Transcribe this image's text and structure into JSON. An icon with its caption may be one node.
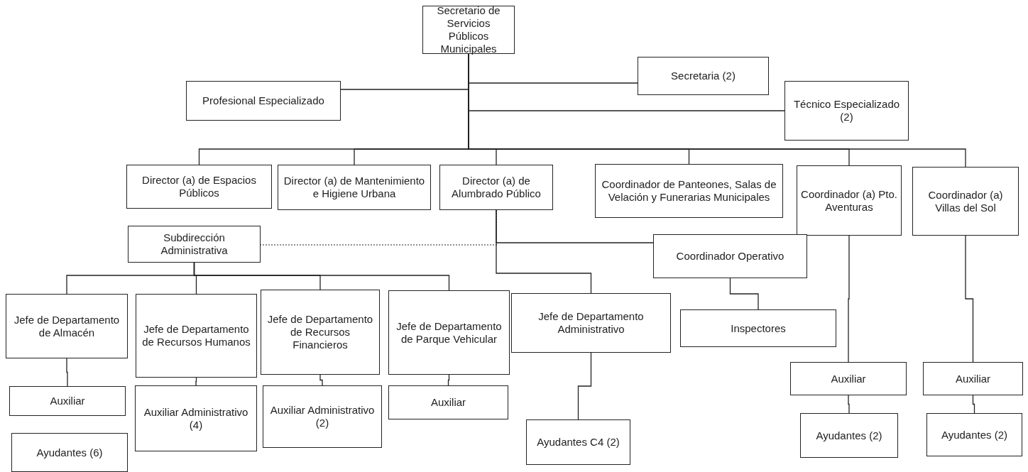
{
  "diagram": {
    "nodes": [
      {
        "text": [
          "Secretario de Servicios Públicos Municipales"
        ]
      },
      {
        "text": [
          "Secretaria (2)"
        ]
      },
      {
        "text": [
          "Profesional Especializado"
        ]
      },
      {
        "text": [
          "Técnico Especializado (2)"
        ]
      },
      {
        "text": [
          "Director (a) de Espacios Públicos"
        ]
      },
      {
        "text": [
          "Director (a) de Mantenimiento e Higiene Urbana"
        ]
      },
      {
        "text": [
          "Director (a) de Alumbrado Público"
        ]
      },
      {
        "text": [
          "Coordinador de Panteones, Salas de Velación y Funerarias Municipales"
        ]
      },
      {
        "text": [
          "Coordinador (a) Pto. Aventuras"
        ]
      },
      {
        "text": [
          "Coordinador (a) Villas del Sol"
        ]
      },
      {
        "text": [
          "Subdirección Administrativa"
        ]
      },
      {
        "text": [
          "Coordinador Operativo"
        ]
      },
      {
        "text": [
          "Jefe de Departamento de Almacén"
        ]
      },
      {
        "text": [
          "Jefe de Departamento de Recursos Humanos"
        ]
      },
      {
        "text": [
          "Jefe de Departamento de Recursos Financieros"
        ]
      },
      {
        "text": [
          "Jefe de Departamento de Parque Vehicular"
        ]
      },
      {
        "text": [
          "Jefe de Departamento Administrativo"
        ]
      },
      {
        "text": [
          "Inspectores"
        ]
      },
      {
        "text": [
          "Auxiliar"
        ]
      },
      {
        "text": [
          "Ayudantes (6)"
        ]
      },
      {
        "text": [
          "Auxiliar Administrativo (4)"
        ]
      },
      {
        "text": [
          "Auxiliar Administrativo (2)"
        ]
      },
      {
        "text": [
          "Auxiliar"
        ]
      },
      {
        "text": [
          "Ayudantes C4 (2)"
        ]
      },
      {
        "text": [
          "Auxiliar"
        ]
      },
      {
        "text": [
          "Ayudantes (2)"
        ]
      },
      {
        "text": [
          "Auxiliar"
        ]
      },
      {
        "text": [
          "Ayudantes (2)"
        ]
      }
    ],
    "edges": [
      {
        "from": 0,
        "to": 1,
        "arrow": "none"
      },
      {
        "from": 0,
        "to": 2,
        "arrow": "none"
      },
      {
        "from": 0,
        "to": 3,
        "arrow": "none"
      },
      {
        "from": 0,
        "to": 4,
        "arrow": "none"
      },
      {
        "from": 0,
        "to": 5,
        "arrow": "none"
      },
      {
        "from": 0,
        "to": 6,
        "arrow": "none"
      },
      {
        "from": 0,
        "to": 7,
        "arrow": "none"
      },
      {
        "from": 0,
        "to": 8,
        "arrow": "none"
      },
      {
        "from": 0,
        "to": 9,
        "arrow": "none"
      },
      {
        "from": 6,
        "to": 10,
        "arrow": "none",
        "style": "dashed"
      },
      {
        "from": 6,
        "to": 11,
        "arrow": "none"
      },
      {
        "from": 6,
        "to": 16,
        "arrow": "none"
      },
      {
        "from": 10,
        "to": 12,
        "arrow": "none"
      },
      {
        "from": 10,
        "to": 13,
        "arrow": "none"
      },
      {
        "from": 10,
        "to": 14,
        "arrow": "none"
      },
      {
        "from": 10,
        "to": 15,
        "arrow": "none"
      },
      {
        "from": 12,
        "to": 18,
        "arrow": "none"
      },
      {
        "from": 13,
        "to": 20,
        "arrow": "none"
      },
      {
        "from": 14,
        "to": 21,
        "arrow": "none"
      },
      {
        "from": 15,
        "to": 22,
        "arrow": "none"
      },
      {
        "from": 16,
        "to": 23,
        "arrow": "none"
      },
      {
        "from": 11,
        "to": 17,
        "arrow": "none"
      },
      {
        "from": 8,
        "to": 24,
        "arrow": "none"
      },
      {
        "from": 24,
        "to": 25,
        "arrow": "none"
      },
      {
        "from": 9,
        "to": 26,
        "arrow": "none"
      },
      {
        "from": 26,
        "to": 27,
        "arrow": "none"
      }
    ]
  }
}
